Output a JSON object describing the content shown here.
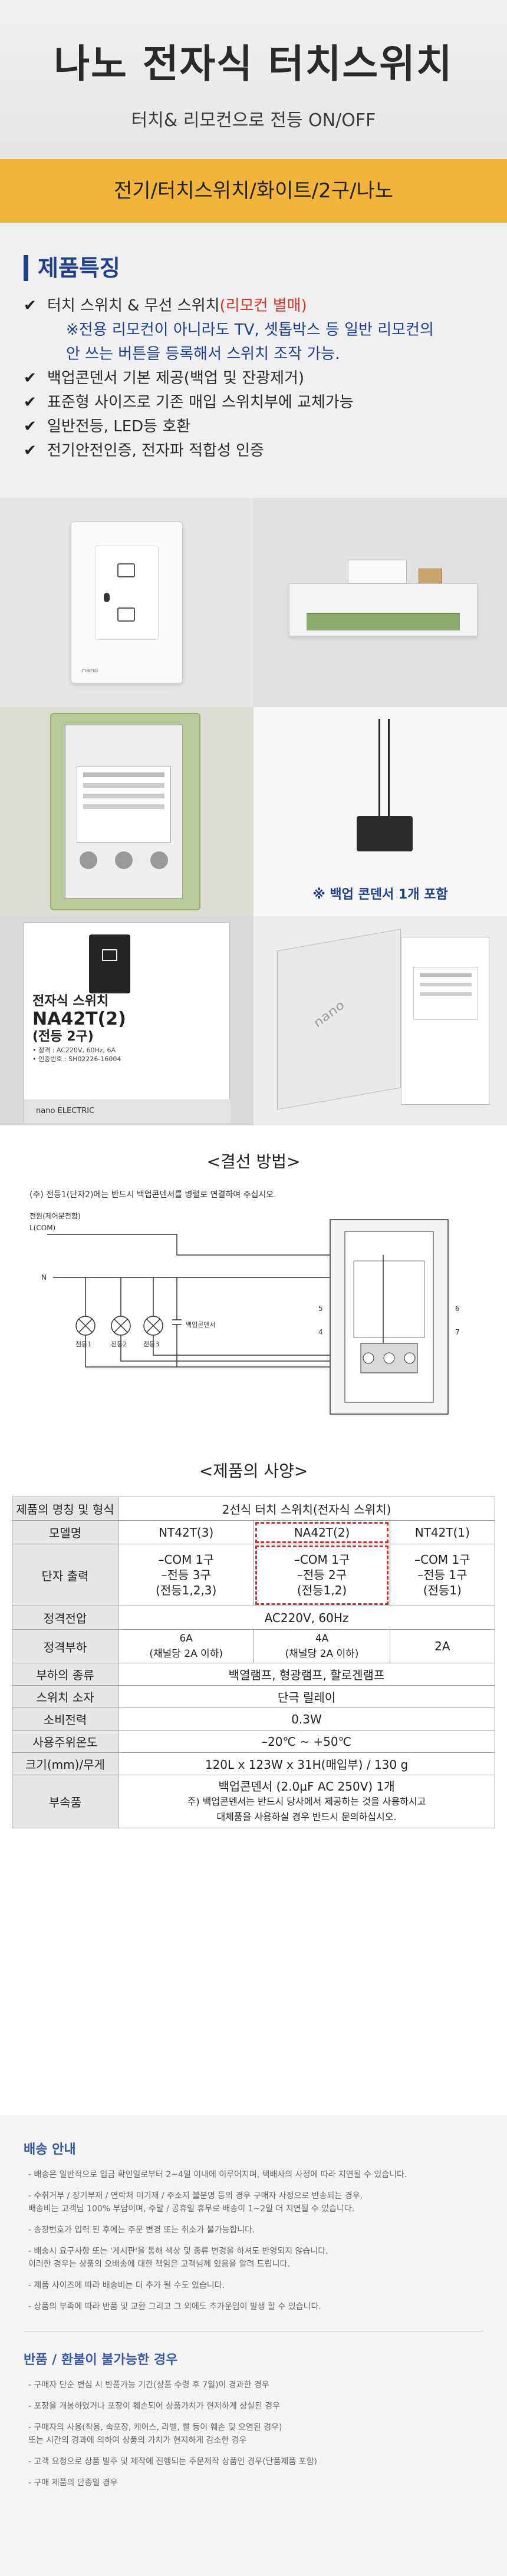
{
  "header": {
    "title": "나노 전자식 터치스위치",
    "subtitle": "터치& 리모컨으로 전등 ON/OFF"
  },
  "spec_band": "전기/터치스위치/화이트/2구/나노",
  "features": {
    "title": "제품특징",
    "items": [
      {
        "text": "터치 스위치 & 무선 스위치",
        "red": "(리모컨 별매)"
      },
      {
        "text": "백업콘덴서 기본 제공(백업 및 잔광제거)"
      },
      {
        "text": "표준형 사이즈로 기존 매입 스위치부에 교체가능"
      },
      {
        "text": "일반전등, LED등 호환"
      },
      {
        "text": "전기안전인증, 전자파 적합성 인증"
      }
    ],
    "note_line1": "※전용 리모컨이 아니라도 TV, 셋톱박스 등 일반 리모컨의",
    "note_line2": "안 쓰는 버튼을 등록해서 스위치 조작 가능."
  },
  "photos": {
    "brand": "nano",
    "capacitor_caption": "※ 백업 콘덴서 1개 포함",
    "box_label": {
      "l1": "전자식 스위치",
      "l2": "NA42T(2)",
      "l3": "(전등 2구)",
      "spec1": "• 정격 : AC220V, 60Hz, 6A",
      "spec2": "• 인증번호 : SH02226-16004",
      "brand": "nano ELECTRIC"
    }
  },
  "wiring": {
    "title": "<결선 방법>",
    "note": "(주) 전등1(단자2)에는 반드시 백업콘덴서를 병렬로 연결하여 주십시오.",
    "power": "전원(제어분전함)",
    "com": "L(COM)",
    "n": "N",
    "lamp1": "전등1",
    "lamp2": "전등2",
    "lamp3": "전등3",
    "cap": "백업콘덴서",
    "t4": "4",
    "t5": "5",
    "t6": "6",
    "t7": "7"
  },
  "spec_table": {
    "title": "<제품의 사양>",
    "r0": {
      "label": "제품의 명칭 및 형식",
      "value": "2선식 터치 스위치(전자식 스위치)"
    },
    "r1": {
      "label": "모델명",
      "a": "NT42T(3)",
      "b": "NA42T(2)",
      "c": "NT42T(1)"
    },
    "r2": {
      "label": "단자 출력",
      "a1": "–COM 1구",
      "a2": "–전등 3구",
      "a3": "(전등1,2,3)",
      "b1": "–COM 1구",
      "b2": "–전등 2구",
      "b3": "(전등1,2)",
      "c1": "–COM 1구",
      "c2": "–전등 1구",
      "c3": "(전등1)"
    },
    "r3": {
      "label": "정격전압",
      "value": "AC220V, 60Hz"
    },
    "r4": {
      "label": "정격부하",
      "a1": "6A",
      "a2": "(채널당 2A 이하)",
      "b1": "4A",
      "b2": "(채널당 2A 이하)",
      "c": "2A"
    },
    "r5": {
      "label": "부하의 종류",
      "value": "백열램프, 형광램프, 할로겐램프"
    },
    "r6": {
      "label": "스위치 소자",
      "value": "단극 릴레이"
    },
    "r7": {
      "label": "소비전력",
      "value": "0.3W"
    },
    "r8": {
      "label": "사용주위온도",
      "value": "–20℃ ~ +50℃"
    },
    "r9": {
      "label": "크기(mm)/무게",
      "value": "120L x 123W x 31H(매입부) / 130 g"
    },
    "r10": {
      "label": "부속품",
      "l1": "백업콘덴서 (2.0μF AC 250V) 1개",
      "l2": "주) 백업콘덴서는 반드시 당사에서 제공하는 것을 사용하시고",
      "l3": "대체품을 사용하실 경우 반드시 문의하십시오."
    }
  },
  "shipping": {
    "title": "배송 안내",
    "lines": [
      "- 배송은 일반적으로 입금 확인일로부터 2~4일 이내에 이루어지며, 택배사의 사정에 따라 지연될 수 있습니다.",
      "- 수취거부 / 장기부재 / 연락처 미기재 / 주소지 불분명 등의 경우 구매자 사정으로 반송되는 경우,",
      "  배송비는 고객님 100% 부담이며, 주말 / 공휴일 휴무로 배송이 1~2일 더 지연될 수 있습니다.",
      "- 송장번호가 입력 된 후에는 주문 변경 또는 취소가 불가능합니다.",
      "- 배송시 요구사항 또는 '게시판'을 통해 색상 및 종류 변경을 하셔도 반영되지 않습니다.",
      "  이러한 경우는 상품의 오배송에 대한 책임은 고객님께 있음을 알려 드립니다.",
      "- 제품 사이즈에 따라 배송비는 더 추가 될 수도 있습니다.",
      "- 상품의 부족에 따라 반품 및 교환 그리고 그 외에도 추가운임이 발생 할 수 있습니다."
    ]
  },
  "returns": {
    "title": "반품 / 환불이 불가능한 경우",
    "lines": [
      "- 구매자 단순 변심 시 반품가능 기간(상품 수령 후 7일)이 경과한 경우",
      "- 포장을 개봉하였거나 포장이 훼손되어 상품가치가 현저하게 상실된 경우",
      "- 구매자의 사용(착용, 속포장, 케어스, 라벨, 빨 등이 훼손 및 오염된 경우)",
      "  또는 시간의 경과에 의하여 상품의 가치가 현저하게 감소한 경우",
      "- 고객 요청으로 상품 발주 및 제작에 진행되는 주문제작 상품인 경우(단품제품 포함)",
      "- 구매 제품의 단종일 경우"
    ]
  },
  "colors": {
    "band": "#f3b43a",
    "accent_blue": "#1f3f8a",
    "accent_red": "#d8342a",
    "header_bg": "#e9e9e9",
    "ship_bg": "#f4f4f4"
  }
}
